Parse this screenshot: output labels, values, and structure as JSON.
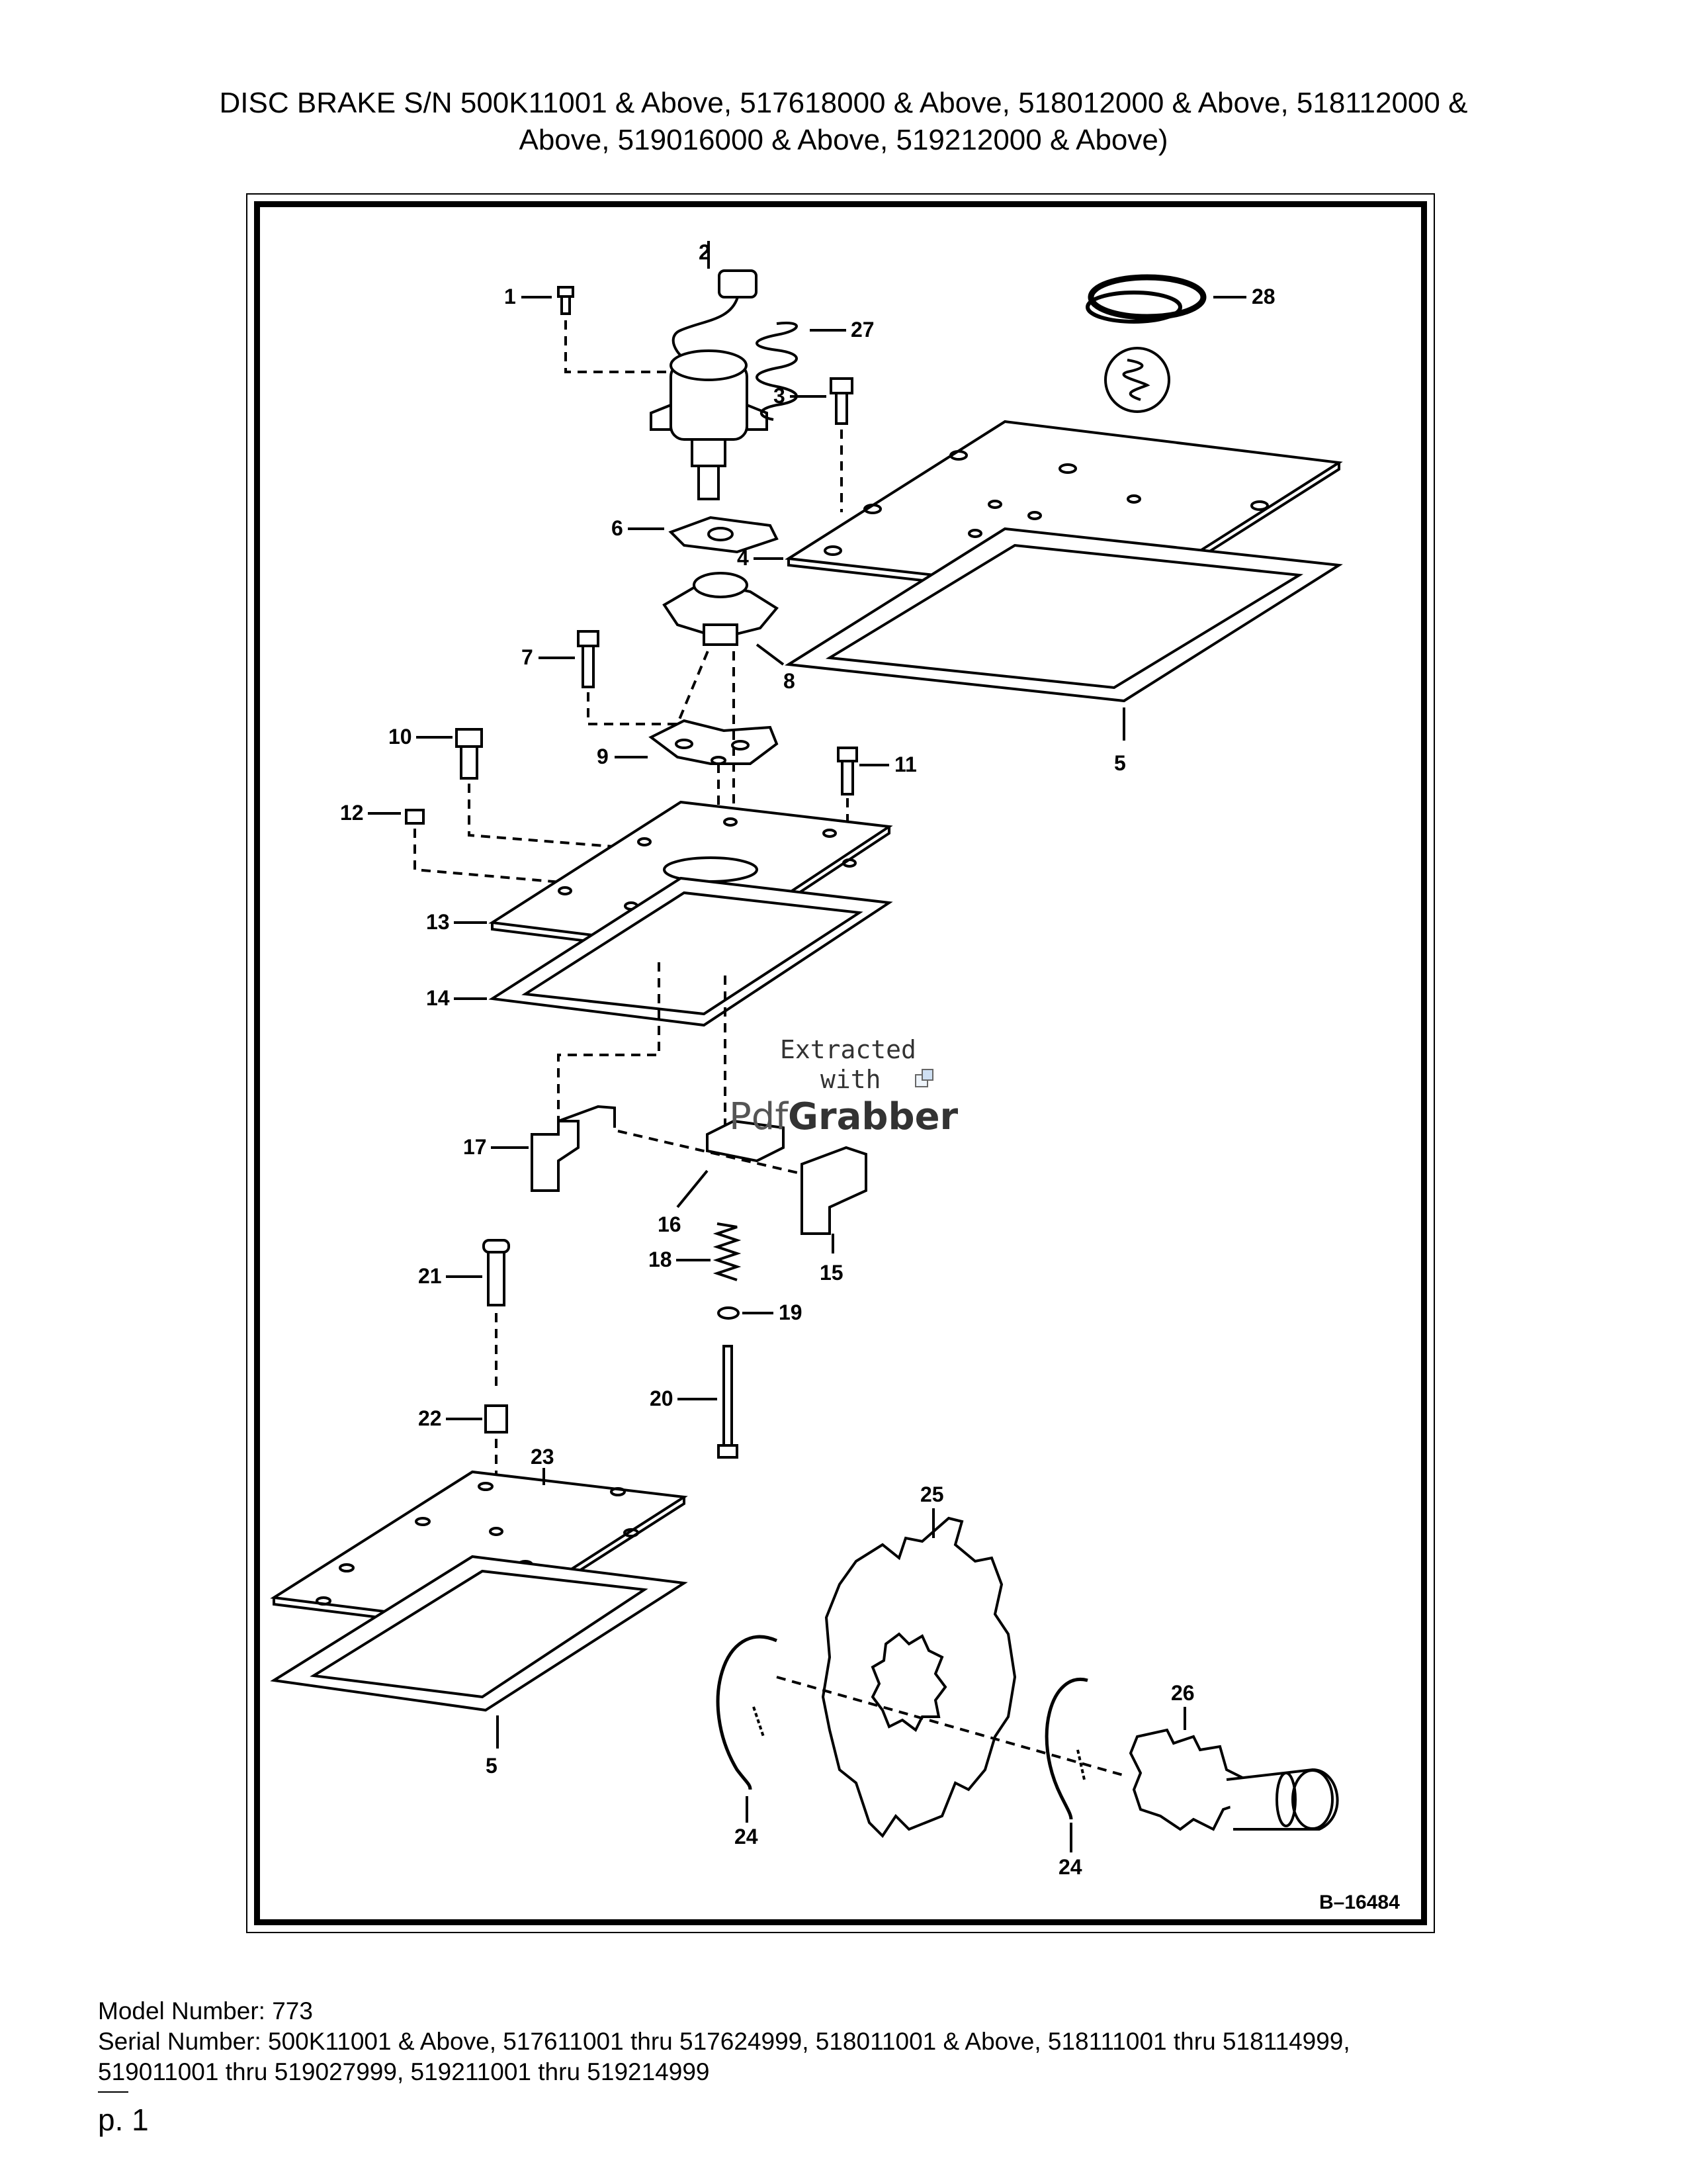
{
  "document": {
    "title_line1": "DISC BRAKE S/N 500K11001 & Above, 517618000 & Above, 518012000 & Above, 518112000 &",
    "title_line2": "Above, 519016000 & Above, 519212000 & Above)"
  },
  "diagram": {
    "figure_id": "B–16484",
    "watermark_line1": "Extracted",
    "watermark_line2": "with",
    "watermark_brand_light": "Pdf",
    "watermark_brand_bold": "Grabber",
    "callouts": [
      "1",
      "2",
      "3",
      "4",
      "5",
      "6",
      "7",
      "8",
      "9",
      "10",
      "11",
      "12",
      "13",
      "14",
      "15",
      "16",
      "17",
      "18",
      "19",
      "20",
      "21",
      "22",
      "23",
      "24",
      "25",
      "26",
      "27",
      "28"
    ]
  },
  "footer": {
    "model_label": "Model Number: 773",
    "serial_line1": "Serial Number: 500K11001 & Above, 517611001 thru 517624999, 518011001 & Above, 518111001 thru 518114999,",
    "serial_line2": "519011001 thru 519027999, 519211001 thru 519214999",
    "page_label": "p. 1"
  }
}
